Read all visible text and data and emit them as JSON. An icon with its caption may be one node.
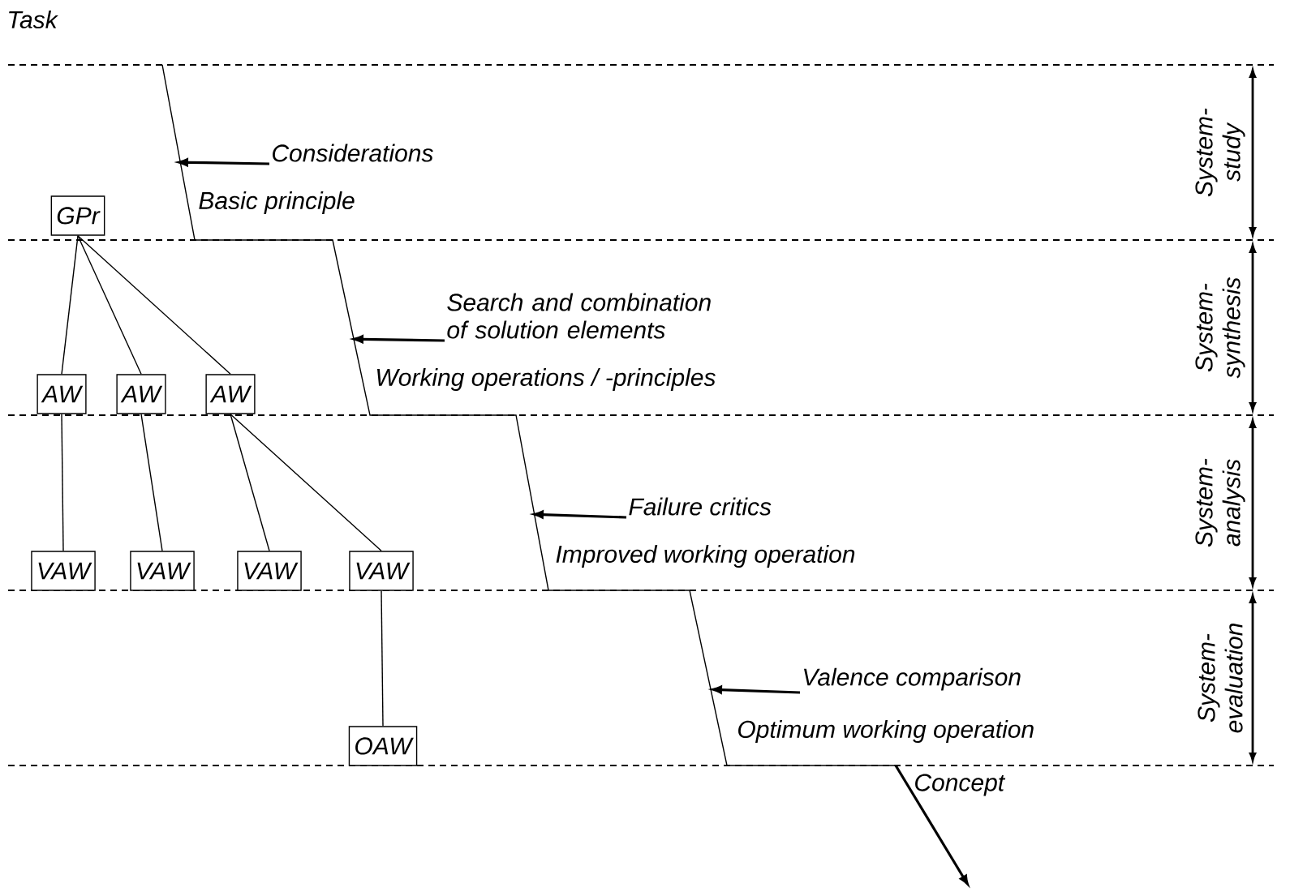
{
  "diagram": {
    "nodes": [
      {
        "text": [
          "GPr"
        ]
      },
      {
        "text": [
          "AW"
        ]
      },
      {
        "text": [
          "AW"
        ]
      },
      {
        "text": [
          "AW"
        ]
      },
      {
        "text": [
          "VAW"
        ]
      },
      {
        "text": [
          "VAW"
        ]
      },
      {
        "text": [
          "VAW"
        ]
      },
      {
        "text": [
          "VAW"
        ]
      },
      {
        "text": [
          "OAW"
        ]
      },
      {
        "text": [
          "Considerations"
        ]
      },
      {
        "text": [
          "Search and combination of solution elements"
        ]
      },
      {
        "text": [
          "Failure critics"
        ]
      },
      {
        "text": [
          "Valence comparison"
        ]
      }
    ],
    "edges": [
      {
        "from": 0,
        "to": 1,
        "arrow": "none"
      },
      {
        "from": 0,
        "to": 2,
        "arrow": "none"
      },
      {
        "from": 0,
        "to": 3,
        "arrow": "none"
      },
      {
        "from": 1,
        "to": 4,
        "arrow": "none"
      },
      {
        "from": 2,
        "to": 5,
        "arrow": "none"
      },
      {
        "from": 3,
        "to": 6,
        "arrow": "none"
      },
      {
        "from": 3,
        "to": 7,
        "arrow": "none"
      },
      {
        "from": 7,
        "to": 8,
        "arrow": "none"
      },
      {
        "from": 9,
        "to": null,
        "arrow": "to"
      },
      {
        "from": 10,
        "to": null,
        "arrow": "to"
      },
      {
        "from": 11,
        "to": null,
        "arrow": "to"
      },
      {
        "from": 12,
        "to": null,
        "arrow": "to"
      }
    ],
    "labels": [
      "Task",
      "Basic principle",
      "Working operations / -principles",
      "Improved working operation",
      "Optimum working operation",
      "Concept",
      "System- study",
      "System- synthesis",
      "System- analysis",
      "System- evaluation"
    ]
  }
}
